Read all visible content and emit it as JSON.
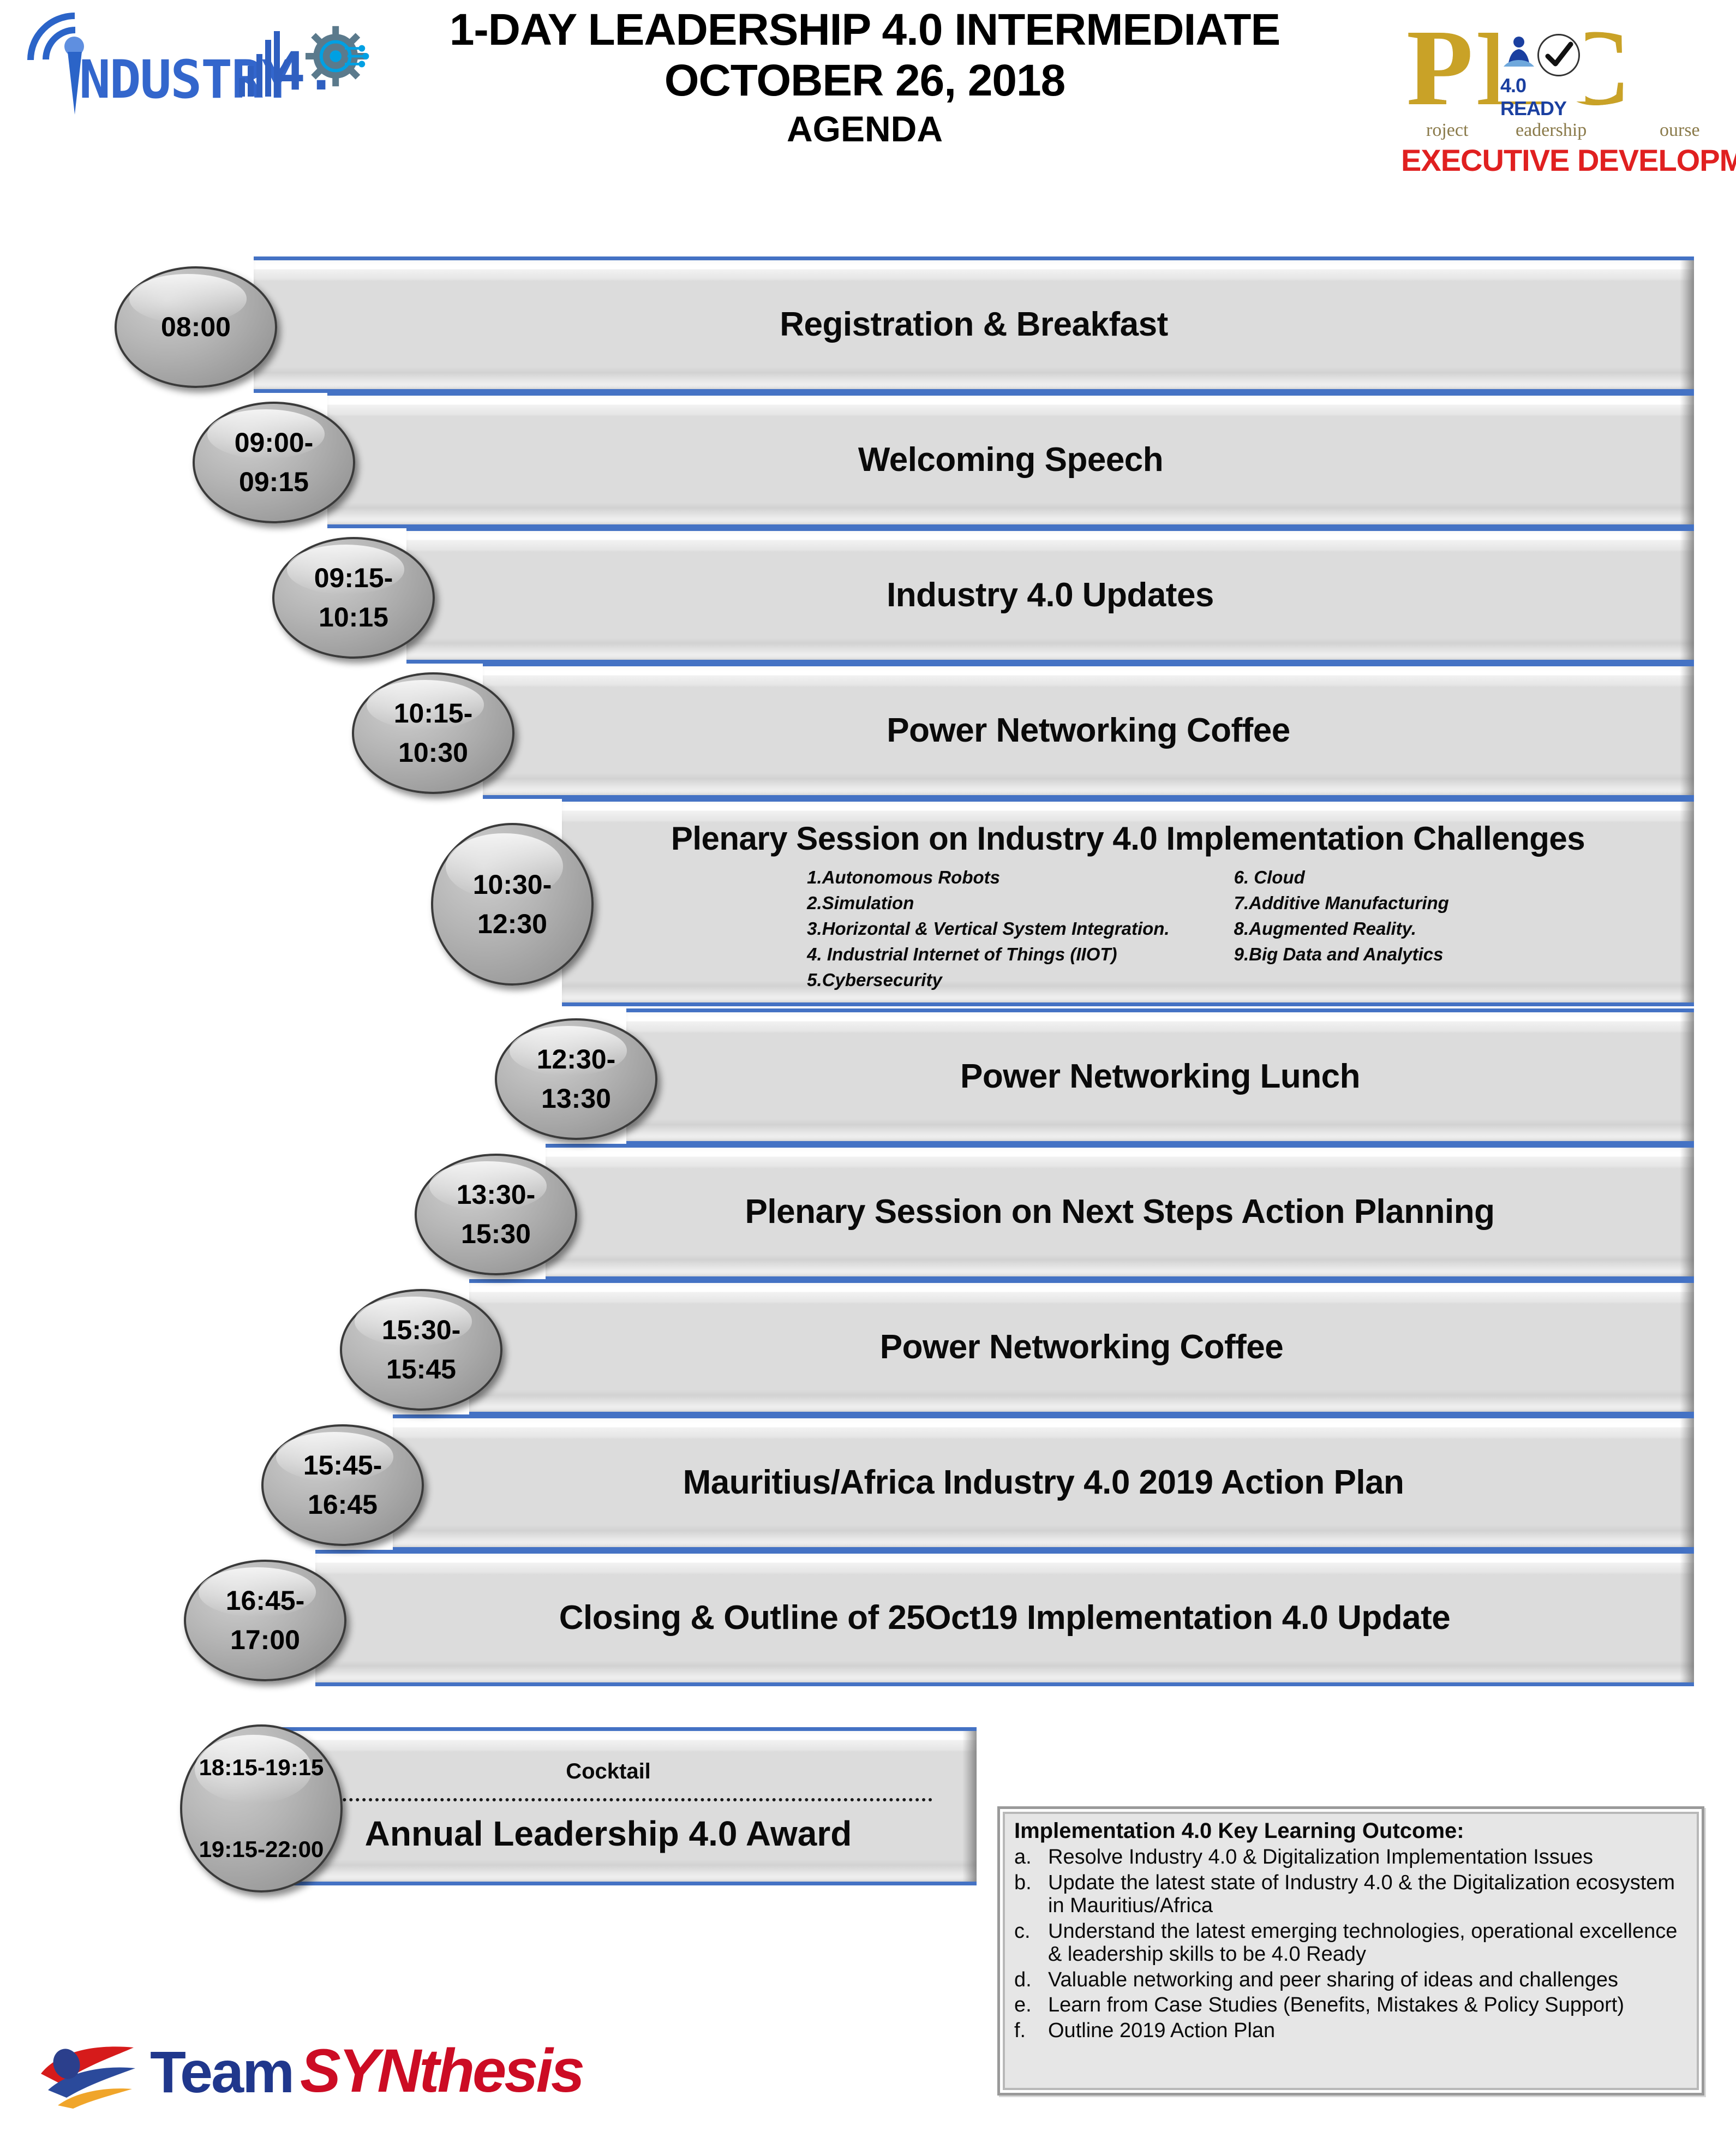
{
  "header": {
    "title_line1": "1-DAY LEADERSHIP 4.0 INTERMEDIATE",
    "title_line2": "OCTOBER 26, 2018",
    "title_line3": "AGENDA",
    "industry_logo": {
      "wordmark": "NDUSTRY",
      "version": "4.",
      "icon_names": [
        "signal-tower-icon",
        "bar-chart-icon",
        "gear-circuit-icon"
      ]
    },
    "plc_logo": {
      "letters": "PLC",
      "sub_project": "roject",
      "sub_leadership": "eadership",
      "sub_course": "ourse",
      "badge_text": "4.0 READY",
      "tagline": "EXECUTIVE DEVELOPMENT",
      "gold_color": "#c9a227",
      "red_color": "#e02020",
      "badge_color": "#1a3fa0"
    }
  },
  "agenda": {
    "accent_color": "#4472C4",
    "bar_fill": "#dcdcdc",
    "oval_fill": "#a8a8a8",
    "rows": [
      {
        "time": "08:00",
        "title": "Registration & Breakfast"
      },
      {
        "time": "09:00-\n09:15",
        "title": "Welcoming Speech"
      },
      {
        "time": "09:15-\n10:15",
        "title": "Industry 4.0 Updates"
      },
      {
        "time": "10:15-\n10:30",
        "title": "Power Networking Coffee"
      },
      {
        "time": "10:30-\n12:30",
        "title": "Plenary Session on Industry 4.0 Implementation Challenges",
        "items_left": [
          "1.Autonomous Robots",
          "2.Simulation",
          "3.Horizontal & Vertical System Integration.",
          "4. Industrial Internet of Things (IIOT)",
          "5.Cybersecurity"
        ],
        "items_right": [
          "6. Cloud",
          "7.Additive Manufacturing",
          "8.Augmented Reality.",
          "9.Big Data and Analytics"
        ]
      },
      {
        "time": "12:30-\n13:30",
        "title": "Power Networking Lunch"
      },
      {
        "time": "13:30-\n15:30",
        "title": "Plenary Session on Next Steps Action Planning"
      },
      {
        "time": "15:30-\n15:45",
        "title": "Power Networking Coffee"
      },
      {
        "time": "15:45-\n16:45",
        "title": "Mauritius/Africa Industry 4.0 2019 Action Plan"
      },
      {
        "time": "16:45-\n17:00",
        "title": "Closing & Outline of 25Oct19 Implementation 4.0 Update"
      }
    ],
    "evening": {
      "time_top": "18:15-19:15",
      "time_bottom": "19:15-22:00",
      "label_top": "Cocktail",
      "label_bottom": "Annual Leadership 4.0 Award"
    }
  },
  "outcome": {
    "title": "Implementation 4.0 Key Learning Outcome:",
    "items": [
      {
        "letter": "a.",
        "text": "Resolve Industry 4.0 & Digitalization Implementation Issues"
      },
      {
        "letter": "b.",
        "text": "Update the latest state of Industry 4.0 & the Digitalization ecosystem in Mauritius/Africa"
      },
      {
        "letter": "c.",
        "text": "Understand the latest emerging technologies, operational excellence & leadership skills to be 4.0 Ready"
      },
      {
        "letter": "d.",
        "text": "Valuable networking and peer sharing of ideas and challenges"
      },
      {
        "letter": "e.",
        "text": "Learn from Case Studies (Benefits, Mistakes & Policy Support)"
      },
      {
        "letter": "f.",
        "text": "Outline 2019 Action Plan"
      }
    ]
  },
  "footer_logo": {
    "team": "Team",
    "synthesis": "SYNthesis",
    "team_color": "#20378c",
    "synthesis_color": "#cc0c24"
  }
}
